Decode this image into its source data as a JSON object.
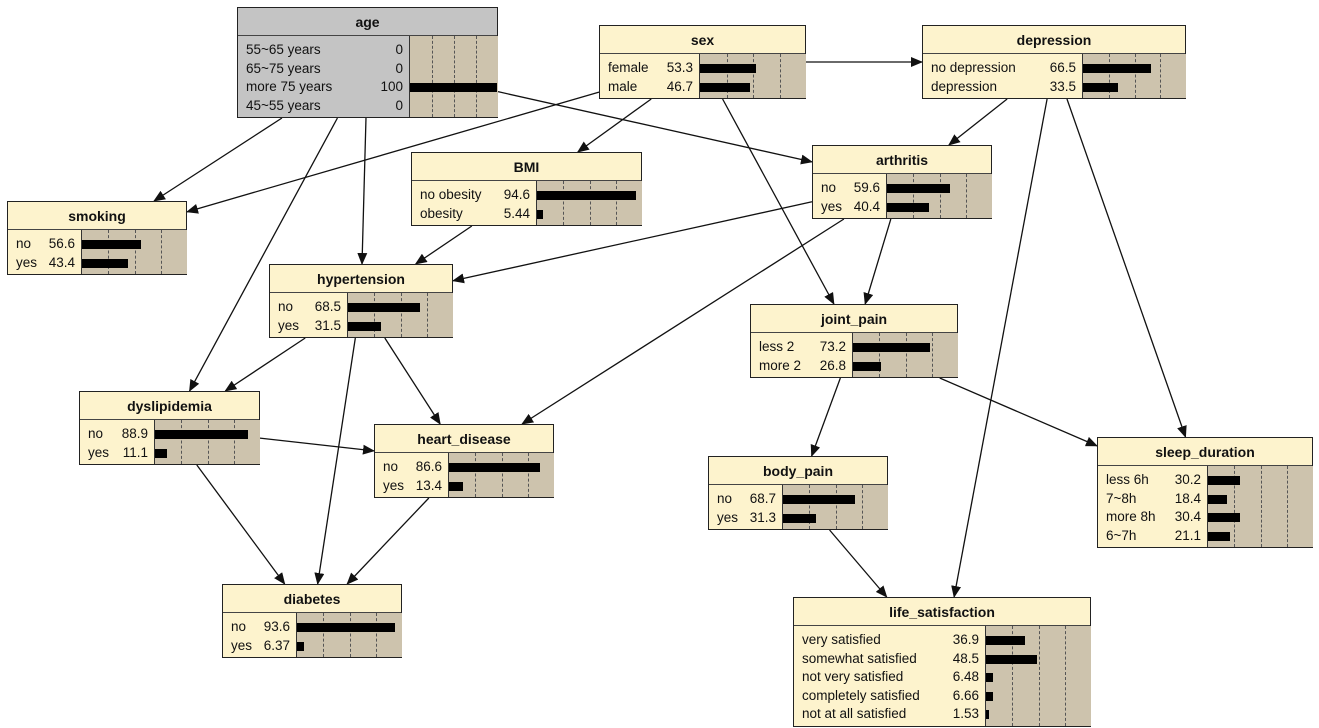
{
  "nodes": {
    "age": {
      "title": "age",
      "observed": true,
      "states": [
        {
          "label": "55~65 years",
          "value": "0",
          "p": 0
        },
        {
          "label": "65~75 years",
          "value": "0",
          "p": 0
        },
        {
          "label": "more 75 years",
          "value": "100",
          "p": 100
        },
        {
          "label": "45~55 years",
          "value": "0",
          "p": 0
        }
      ]
    },
    "sex": {
      "title": "sex",
      "states": [
        {
          "label": "female",
          "value": "53.3",
          "p": 53.3
        },
        {
          "label": "male",
          "value": "46.7",
          "p": 46.7
        }
      ]
    },
    "depression": {
      "title": "depression",
      "states": [
        {
          "label": "no depression",
          "value": "66.5",
          "p": 66.5
        },
        {
          "label": "depression",
          "value": "33.5",
          "p": 33.5
        }
      ]
    },
    "BMI": {
      "title": "BMI",
      "states": [
        {
          "label": "no obesity",
          "value": "94.6",
          "p": 94.6
        },
        {
          "label": "obesity",
          "value": "5.44",
          "p": 5.44
        }
      ]
    },
    "arthritis": {
      "title": "arthritis",
      "states": [
        {
          "label": "no",
          "value": "59.6",
          "p": 59.6
        },
        {
          "label": "yes",
          "value": "40.4",
          "p": 40.4
        }
      ]
    },
    "smoking": {
      "title": "smoking",
      "states": [
        {
          "label": "no",
          "value": "56.6",
          "p": 56.6
        },
        {
          "label": "yes",
          "value": "43.4",
          "p": 43.4
        }
      ]
    },
    "hypertension": {
      "title": "hypertension",
      "states": [
        {
          "label": "no",
          "value": "68.5",
          "p": 68.5
        },
        {
          "label": "yes",
          "value": "31.5",
          "p": 31.5
        }
      ]
    },
    "joint_pain": {
      "title": "joint_pain",
      "states": [
        {
          "label": "less 2",
          "value": "73.2",
          "p": 73.2
        },
        {
          "label": "more 2",
          "value": "26.8",
          "p": 26.8
        }
      ]
    },
    "dyslipidemia": {
      "title": "dyslipidemia",
      "states": [
        {
          "label": "no",
          "value": "88.9",
          "p": 88.9
        },
        {
          "label": "yes",
          "value": "11.1",
          "p": 11.1
        }
      ]
    },
    "heart_disease": {
      "title": "heart_disease",
      "states": [
        {
          "label": "no",
          "value": "86.6",
          "p": 86.6
        },
        {
          "label": "yes",
          "value": "13.4",
          "p": 13.4
        }
      ]
    },
    "sleep_duration": {
      "title": "sleep_duration",
      "states": [
        {
          "label": "less 6h",
          "value": "30.2",
          "p": 30.2
        },
        {
          "label": "7~8h",
          "value": "18.4",
          "p": 18.4
        },
        {
          "label": "more 8h",
          "value": "30.4",
          "p": 30.4
        },
        {
          "label": "6~7h",
          "value": "21.1",
          "p": 21.1
        }
      ]
    },
    "body_pain": {
      "title": "body_pain",
      "states": [
        {
          "label": "no",
          "value": "68.7",
          "p": 68.7
        },
        {
          "label": "yes",
          "value": "31.3",
          "p": 31.3
        }
      ]
    },
    "diabetes": {
      "title": "diabetes",
      "states": [
        {
          "label": "no",
          "value": "93.6",
          "p": 93.6
        },
        {
          "label": "yes",
          "value": "6.37",
          "p": 6.37
        }
      ]
    },
    "life_satisfaction": {
      "title": "life_satisfaction",
      "states": [
        {
          "label": "very satisfied",
          "value": "36.9",
          "p": 36.9
        },
        {
          "label": "somewhat satisfied",
          "value": "48.5",
          "p": 48.5
        },
        {
          "label": "not very satisfied",
          "value": "6.48",
          "p": 6.48
        },
        {
          "label": "completely satisfied",
          "value": "6.66",
          "p": 6.66
        },
        {
          "label": "not at all satisfied",
          "value": "1.53",
          "p": 1.53
        }
      ]
    }
  },
  "edges": [
    [
      "age",
      "smoking"
    ],
    [
      "age",
      "hypertension"
    ],
    [
      "age",
      "dyslipidemia"
    ],
    [
      "age",
      "arthritis"
    ],
    [
      "sex",
      "smoking"
    ],
    [
      "sex",
      "BMI"
    ],
    [
      "sex",
      "depression"
    ],
    [
      "sex",
      "joint_pain"
    ],
    [
      "depression",
      "arthritis"
    ],
    [
      "depression",
      "sleep_duration"
    ],
    [
      "depression",
      "life_satisfaction"
    ],
    [
      "BMI",
      "hypertension"
    ],
    [
      "arthritis",
      "hypertension"
    ],
    [
      "arthritis",
      "joint_pain"
    ],
    [
      "arthritis",
      "heart_disease"
    ],
    [
      "hypertension",
      "dyslipidemia"
    ],
    [
      "hypertension",
      "heart_disease"
    ],
    [
      "hypertension",
      "diabetes"
    ],
    [
      "dyslipidemia",
      "heart_disease"
    ],
    [
      "dyslipidemia",
      "diabetes"
    ],
    [
      "heart_disease",
      "diabetes"
    ],
    [
      "joint_pain",
      "body_pain"
    ],
    [
      "joint_pain",
      "sleep_duration"
    ],
    [
      "body_pain",
      "life_satisfaction"
    ]
  ]
}
